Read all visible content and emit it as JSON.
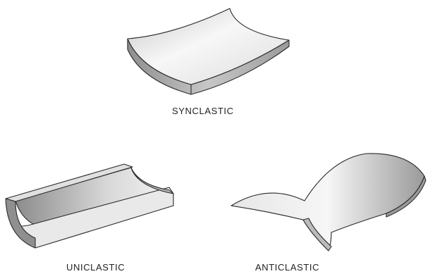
{
  "labels": {
    "synclastic": "SYNCLASTIC",
    "uniclastic": "UNICLASTIC",
    "anticlastic": "ANTICLASTIC"
  },
  "colors": {
    "ink": "#2a2a2a",
    "shade_dark": "#9a9a9a",
    "shade_light": "#f4f4f4",
    "paper": "#ffffff"
  }
}
